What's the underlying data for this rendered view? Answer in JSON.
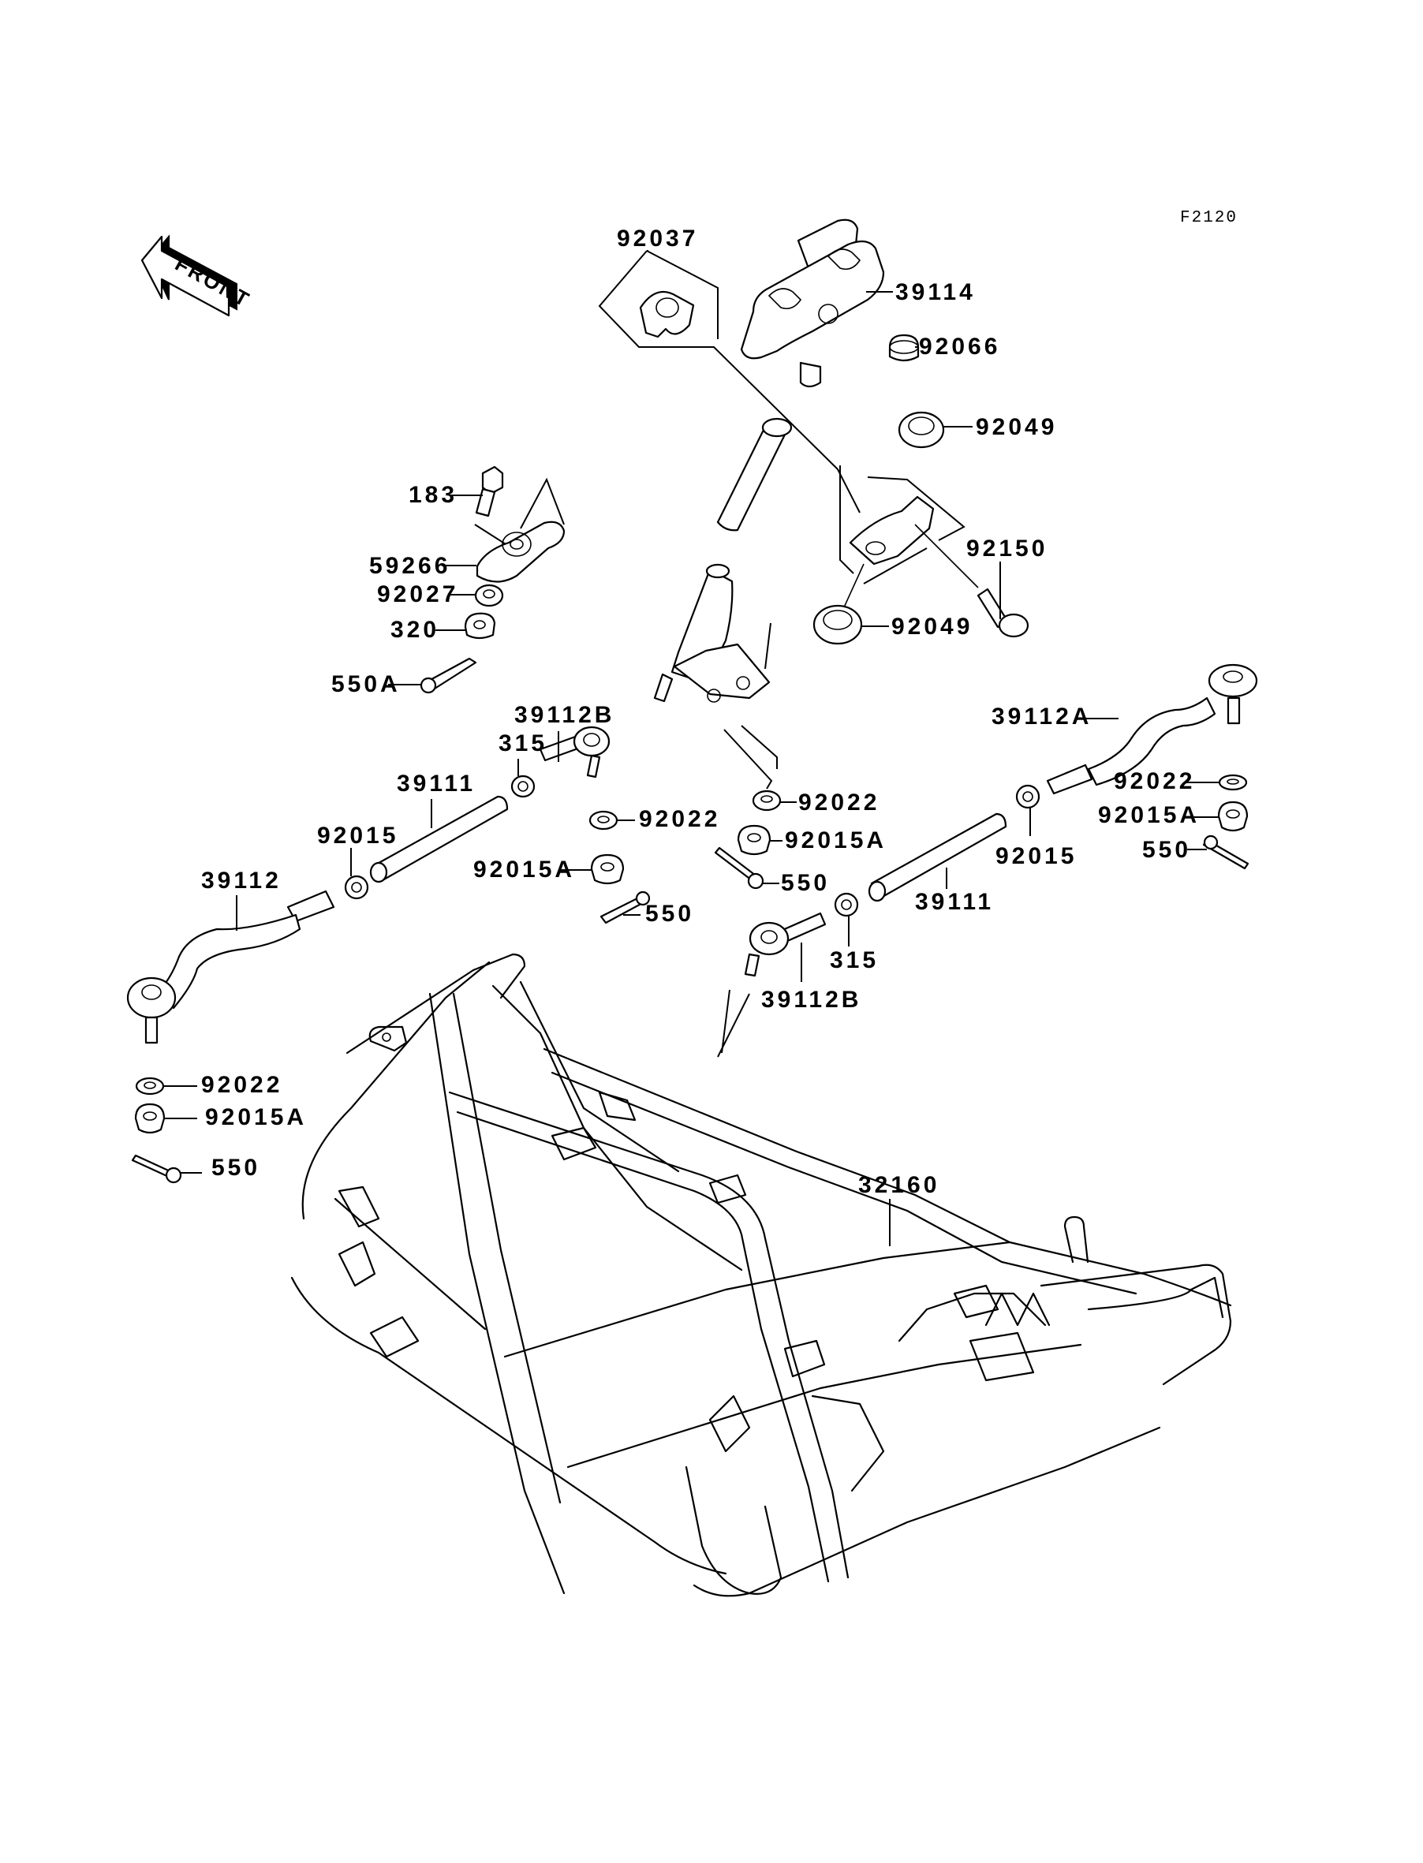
{
  "diagram": {
    "reference_code": "F2120",
    "front_arrow_text": "FRONT",
    "parts": [
      {
        "id": "p-92037",
        "number": "92037"
      },
      {
        "id": "p-39114",
        "number": "39114"
      },
      {
        "id": "p-92066",
        "number": "92066"
      },
      {
        "id": "p-92049-top",
        "number": "92049"
      },
      {
        "id": "p-92150",
        "number": "92150"
      },
      {
        "id": "p-92049-bottom",
        "number": "92049"
      },
      {
        "id": "p-183",
        "number": "183"
      },
      {
        "id": "p-59266",
        "number": "59266"
      },
      {
        "id": "p-92027",
        "number": "92027"
      },
      {
        "id": "p-320",
        "number": "320"
      },
      {
        "id": "p-550A",
        "number": "550A"
      },
      {
        "id": "p-39112B-left",
        "number": "39112B"
      },
      {
        "id": "p-315-left",
        "number": "315"
      },
      {
        "id": "p-39111-left",
        "number": "39111"
      },
      {
        "id": "p-92015-left",
        "number": "92015"
      },
      {
        "id": "p-39112",
        "number": "39112"
      },
      {
        "id": "p-92022-center",
        "number": "92022"
      },
      {
        "id": "p-92015A-center",
        "number": "92015A"
      },
      {
        "id": "p-550-center",
        "number": "550"
      },
      {
        "id": "p-92022-right-center",
        "number": "92022"
      },
      {
        "id": "p-92015A-right-center",
        "number": "92015A"
      },
      {
        "id": "p-550-right-center",
        "number": "550"
      },
      {
        "id": "p-39112A",
        "number": "39112A"
      },
      {
        "id": "p-92022-right",
        "number": "92022"
      },
      {
        "id": "p-92015A-right",
        "number": "92015A"
      },
      {
        "id": "p-550-right",
        "number": "550"
      },
      {
        "id": "p-92015-right",
        "number": "92015"
      },
      {
        "id": "p-39111-right",
        "number": "39111"
      },
      {
        "id": "p-315-right",
        "number": "315"
      },
      {
        "id": "p-39112B-right",
        "number": "39112B"
      },
      {
        "id": "p-92022-left",
        "number": "92022"
      },
      {
        "id": "p-92015A-left",
        "number": "92015A"
      },
      {
        "id": "p-550-left",
        "number": "550"
      },
      {
        "id": "p-32160",
        "number": "32160"
      }
    ]
  }
}
